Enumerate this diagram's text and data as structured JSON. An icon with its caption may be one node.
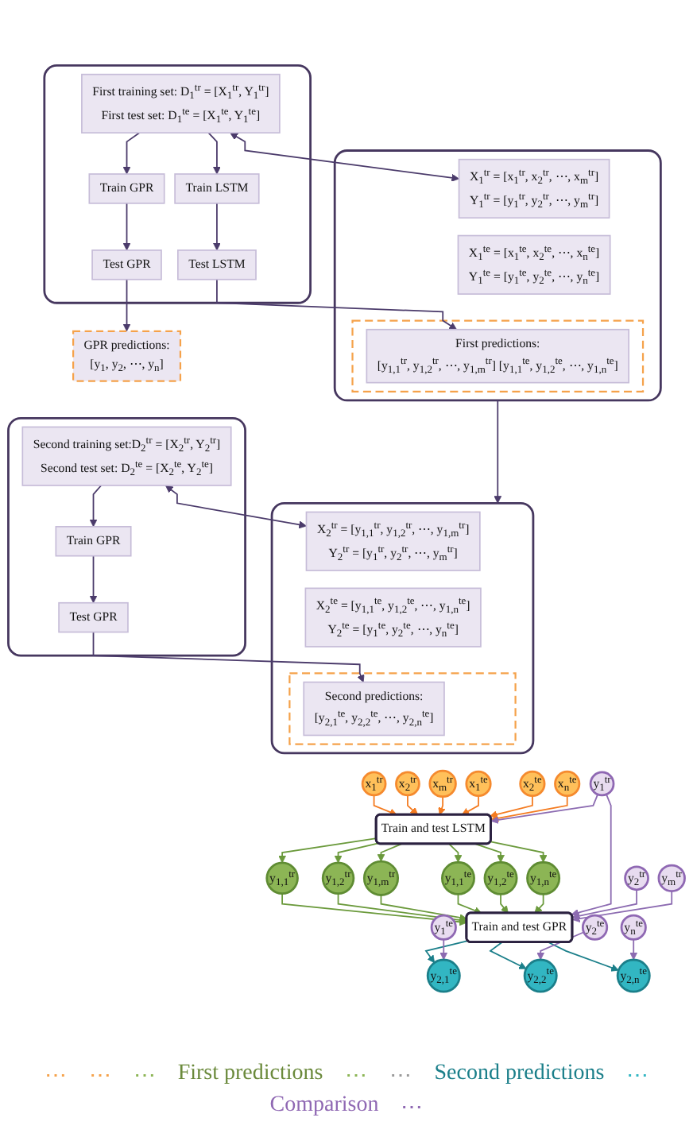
{
  "diagram": {
    "nodes": [
      {
        "text": [],
        "shape": "box"
      },
      {
        "text": [
          "First training set: D$_{1}$$^{tr}$ = [X$_{1}$$^{tr}$, Y$_{1}$$^{tr}$]",
          "First test set: D$_{1}$$^{te}$ = [X$_{1}$$^{te}$, Y$_{1}$$^{te}$]"
        ],
        "in": 0
      },
      {
        "text": [
          "Train GPR"
        ],
        "in": 0
      },
      {
        "text": [
          "Train LSTM"
        ],
        "in": 0
      },
      {
        "text": [
          "Test GPR"
        ],
        "in": 0
      },
      {
        "text": [
          "Test LSTM"
        ],
        "in": 0
      },
      {
        "text": [
          "GPR predictions:",
          "[y$_{1}$, y$_{2}$, ⋯, y$_{n}$]"
        ]
      },
      {
        "text": [],
        "shape": "box"
      },
      {
        "text": [
          "X$_{1}$$^{tr}$ = [x$_{1}$$^{tr}$, x$_{2}$$^{tr}$, ⋯, x$_{m}$$^{tr}$]",
          "Y$_{1}$$^{tr}$ = [y$_{1}$$^{tr}$, y$_{2}$$^{tr}$, ⋯, y$_{m}$$^{tr}$]"
        ],
        "in": 7
      },
      {
        "text": [
          "X$_{1}$$^{te}$ = [x$_{1}$$^{te}$, x$_{2}$$^{te}$, ⋯, x$_{n}$$^{te}$]",
          "Y$_{1}$$^{te}$ = [y$_{1}$$^{te}$, y$_{2}$$^{te}$, ⋯, y$_{n}$$^{te}$]"
        ],
        "in": 7
      },
      {
        "text": [],
        "shape": "box",
        "in": 7
      },
      {
        "text": [
          "First predictions:",
          "[y$_{1,1}$$^{tr}$, y$_{1,2}$$^{tr}$, ⋯, y$_{1,m}$$^{tr}$] [y$_{1,1}$$^{te}$, y$_{1,2}$$^{te}$, ⋯, y$_{1,n}$$^{te}$]"
        ],
        "in": 10
      },
      {
        "text": [],
        "shape": "box"
      },
      {
        "text": [
          "Second training set:D$_{2}$$^{tr}$ = [X$_{2}$$^{tr}$, Y$_{2}$$^{tr}$]",
          "Second test set: D$_{2}$$^{te}$ = [X$_{2}$$^{te}$, Y$_{2}$$^{te}$]"
        ],
        "in": 12
      },
      {
        "text": [
          "Train GPR"
        ],
        "in": 12
      },
      {
        "text": [
          "Test GPR"
        ],
        "in": 12
      },
      {
        "text": [],
        "shape": "box"
      },
      {
        "text": [
          "X$_{2}$$^{tr}$ = [y$_{1,1}$$^{tr}$, y$_{1,2}$$^{tr}$, ⋯, y$_{1,m}$$^{tr}$]",
          "Y$_{2}$$^{tr}$ = [y$_{1}$$^{tr}$, y$_{2}$$^{tr}$, ⋯, y$_{m}$$^{tr}$]"
        ],
        "in": 16
      },
      {
        "text": [
          "X$_{2}$$^{te}$ = [y$_{1,1}$$^{te}$, y$_{1,2}$$^{te}$, ⋯, y$_{1,n}$$^{te}$]",
          "Y$_{2}$$^{te}$ = [y$_{1}$$^{te}$, y$_{2}$$^{te}$, ⋯, y$_{n}$$^{te}$]"
        ],
        "in": 16
      },
      {
        "text": [],
        "shape": "box",
        "in": 16
      },
      {
        "text": [
          "Second predictions:",
          "[y$_{2,1}$$^{te}$, y$_{2,2}$$^{te}$, ⋯, y$_{2,n}$$^{te}$]"
        ],
        "in": 19
      },
      {
        "text": [
          "x$_{1}$$^{tr}$"
        ]
      },
      {
        "text": [
          "x$_{2}$$^{tr}$"
        ]
      },
      {
        "text": [
          "x$_{m}$$^{tr}$"
        ]
      },
      {
        "text": [
          "x$_{1}$$^{te}$"
        ]
      },
      {
        "text": [
          "x$_{2}$$^{te}$"
        ]
      },
      {
        "text": [
          "x$_{n}$$^{te}$"
        ]
      },
      {
        "text": [
          "Train and test LSTM"
        ]
      },
      {
        "text": [
          "y$_{1,1}$$^{tr}$"
        ]
      },
      {
        "text": [
          "y$_{1,2}$$^{tr}$"
        ]
      },
      {
        "text": [
          "y$_{1,m}$$^{tr}$"
        ]
      },
      {
        "text": [
          "y$_{1,1}$$^{te}$"
        ]
      },
      {
        "text": [
          "y$_{1,2}$$^{te}$"
        ]
      },
      {
        "text": [
          "y$_{1,n}$$^{te}$"
        ]
      },
      {
        "text": [
          "Train and test GPR"
        ]
      },
      {
        "text": [
          "y$_{1}$$^{tr}$"
        ]
      },
      {
        "text": [
          "y$_{2}$$^{tr}$"
        ]
      },
      {
        "text": [
          "y$_{m}$$^{tr}$"
        ]
      },
      {
        "text": [
          "y$_{2,1}$$^{te}$"
        ]
      },
      {
        "text": [
          "y$_{2,2}$$^{te}$"
        ]
      },
      {
        "text": [
          "y$_{2,n}$$^{te}$"
        ]
      },
      {
        "text": [
          "y$_{1}$$^{te}$"
        ]
      },
      {
        "text": [
          "y$_{2}$$^{te}$"
        ]
      },
      {
        "text": [
          "y$_{n}$$^{te}$"
        ]
      }
    ],
    "edges": [
      {
        "from": 1,
        "to": 8,
        "arrow": "both"
      },
      {
        "from": 1,
        "to": 2,
        "arrow": "to"
      },
      {
        "from": 1,
        "to": 3,
        "arrow": "to"
      },
      {
        "from": 2,
        "to": 4,
        "arrow": "to"
      },
      {
        "from": 3,
        "to": 5,
        "arrow": "to"
      },
      {
        "from": 4,
        "to": 6,
        "arrow": "to"
      },
      {
        "from": 5,
        "to": 11,
        "arrow": "to"
      },
      {
        "from": 7,
        "to": 16,
        "arrow": "to"
      },
      {
        "from": 13,
        "to": 17,
        "arrow": "both"
      },
      {
        "from": 13,
        "to": 14,
        "arrow": "to"
      },
      {
        "from": 14,
        "to": 15,
        "arrow": "to"
      },
      {
        "from": 15,
        "to": 20,
        "arrow": "to"
      },
      {
        "from": 21,
        "to": 27,
        "arrow": "to",
        "color": "#f47b20"
      },
      {
        "from": 22,
        "to": 27,
        "arrow": "to",
        "color": "#f47b20"
      },
      {
        "from": 23,
        "to": 27,
        "arrow": "to",
        "color": "#f47b20"
      },
      {
        "from": 24,
        "to": 27,
        "arrow": "to",
        "color": "#f47b20"
      },
      {
        "from": 25,
        "to": 27,
        "arrow": "to",
        "color": "#f47b20"
      },
      {
        "from": 26,
        "to": 27,
        "arrow": "to",
        "color": "#f47b20"
      },
      {
        "from": 27,
        "to": 28,
        "arrow": "to",
        "color": "#6b9a3c"
      },
      {
        "from": 27,
        "to": 29,
        "arrow": "to",
        "color": "#6b9a3c"
      },
      {
        "from": 27,
        "to": 30,
        "arrow": "to",
        "color": "#6b9a3c"
      },
      {
        "from": 27,
        "to": 31,
        "arrow": "to",
        "color": "#6b9a3c"
      },
      {
        "from": 27,
        "to": 32,
        "arrow": "to",
        "color": "#6b9a3c"
      },
      {
        "from": 27,
        "to": 33,
        "arrow": "to",
        "color": "#6b9a3c"
      },
      {
        "from": 28,
        "to": 34,
        "arrow": "to",
        "color": "#6b9a3c"
      },
      {
        "from": 29,
        "to": 34,
        "arrow": "to",
        "color": "#6b9a3c"
      },
      {
        "from": 30,
        "to": 34,
        "arrow": "to",
        "color": "#6b9a3c"
      },
      {
        "from": 31,
        "to": 34,
        "arrow": "to",
        "color": "#6b9a3c"
      },
      {
        "from": 32,
        "to": 34,
        "arrow": "to",
        "color": "#6b9a3c"
      },
      {
        "from": 33,
        "to": 34,
        "arrow": "to",
        "color": "#6b9a3c"
      },
      {
        "from": 35,
        "to": 34,
        "arrow": "to",
        "color": "#8c6bb1"
      },
      {
        "from": 36,
        "to": 34,
        "arrow": "to",
        "color": "#8c6bb1"
      },
      {
        "from": 37,
        "to": 34,
        "arrow": "to",
        "color": "#8c6bb1"
      },
      {
        "from": 35,
        "to": 27,
        "arrow": "to",
        "color": "#8c6bb1"
      },
      {
        "from": 34,
        "to": 38,
        "arrow": "to",
        "color": "#1b7f8a"
      },
      {
        "from": 34,
        "to": 39,
        "arrow": "to",
        "color": "#1b7f8a"
      },
      {
        "from": 34,
        "to": 40,
        "arrow": "to",
        "color": "#1b7f8a"
      },
      {
        "from": 41,
        "to": 38,
        "arrow": "to",
        "color": "#8c6bb1"
      },
      {
        "from": 42,
        "to": 39,
        "arrow": "to",
        "color": "#8c6bb1"
      },
      {
        "from": 43,
        "to": 40,
        "arrow": "to",
        "color": "#8c6bb1"
      }
    ],
    "labels": [
      "⋯",
      "⋯",
      "⋯",
      "First predictions",
      "⋯",
      "⋯",
      "Second predictions",
      "⋯",
      "Comparison",
      "⋯"
    ]
  }
}
